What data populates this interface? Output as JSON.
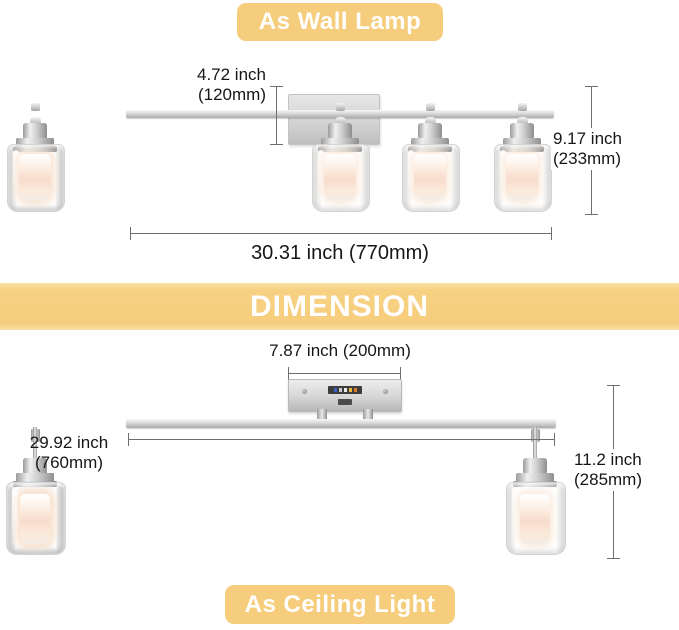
{
  "banners": {
    "wall": "As Wall Lamp",
    "dimension": "DIMENSION",
    "ceiling": "As Ceiling Light"
  },
  "wall_lamp": {
    "backplate_height_line1": "4.72 inch",
    "backplate_height_line2": "(120mm)",
    "fixture_height_line1": "9.17 inch",
    "fixture_height_line2": "(233mm)",
    "total_width": "30.31 inch (770mm)"
  },
  "ceiling_light": {
    "canopy_width": "7.87 inch (200mm)",
    "total_length_line1": "29.92 inch",
    "total_length_line2": "(760mm)",
    "fixture_height_line1": "11.2 inch",
    "fixture_height_line2": "(285mm)"
  },
  "colors": {
    "banner_bg": "#f6cd7d",
    "banner_text": "#ffffff",
    "dimension_line": "#6e6e6e",
    "dimension_text": "#161616",
    "bulb_glow": "#f7dccb"
  }
}
